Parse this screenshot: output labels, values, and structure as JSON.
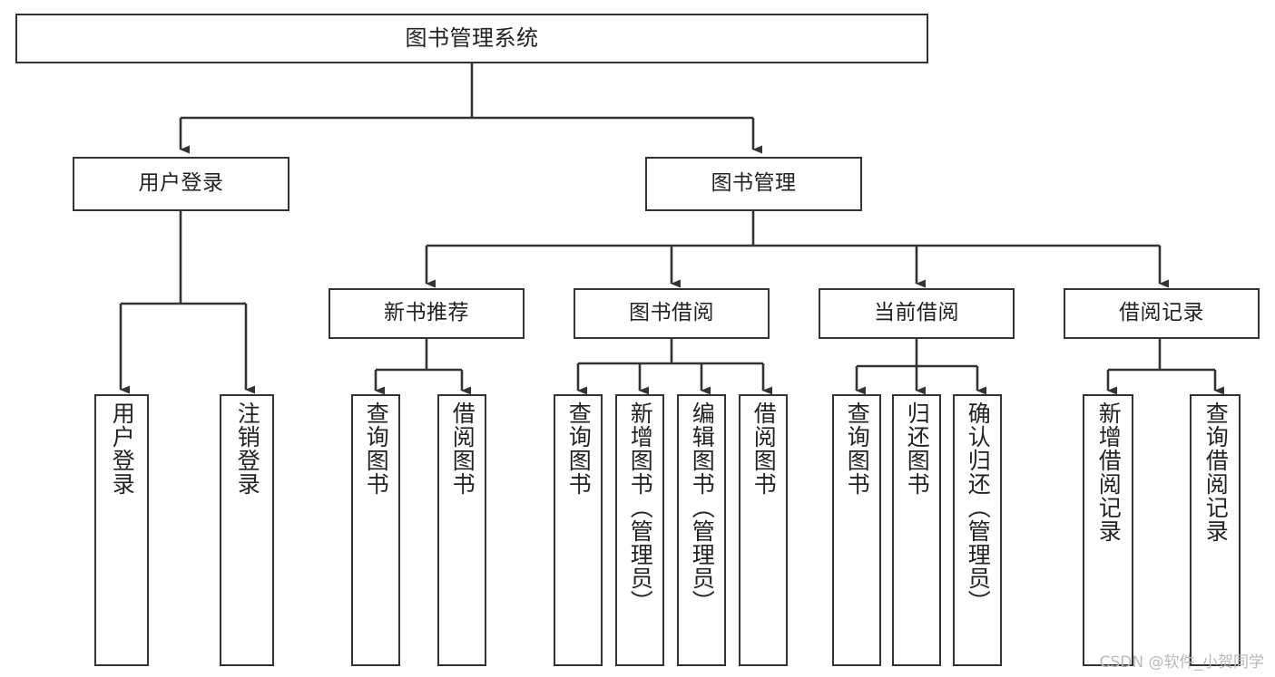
{
  "diagram": {
    "type": "tree",
    "title": "图书管理系统",
    "watermark": "CSDN @软件_小贺同学",
    "colors": {
      "background": "#ffffff",
      "stroke": "#333333",
      "text": "#222222",
      "watermark": "#b9b9b9"
    },
    "nodes": {
      "root": {
        "label": "图书管理系统"
      },
      "level1": [
        {
          "id": "user-login",
          "label": "用户登录"
        },
        {
          "id": "book-manage",
          "label": "图书管理"
        }
      ],
      "level2": [
        {
          "id": "new-book-rec",
          "label": "新书推荐"
        },
        {
          "id": "book-borrow",
          "label": "图书借阅"
        },
        {
          "id": "current-borrow",
          "label": "当前借阅"
        },
        {
          "id": "borrow-record",
          "label": "借阅记录"
        }
      ],
      "leaves": {
        "user_login": [
          {
            "id": "leaf-user-login",
            "label": "用户登录"
          },
          {
            "id": "leaf-logout",
            "label": "注销登录"
          }
        ],
        "new_book_rec": [
          {
            "id": "leaf-query-book-1",
            "label": "查询图书"
          },
          {
            "id": "leaf-borrow-book-1",
            "label": "借阅图书"
          }
        ],
        "book_borrow": [
          {
            "id": "leaf-query-book-2",
            "label": "查询图书"
          },
          {
            "id": "leaf-add-book",
            "label": "新增图书（管理员）"
          },
          {
            "id": "leaf-edit-book",
            "label": "编辑图书（管理员）"
          },
          {
            "id": "leaf-borrow-book-2",
            "label": "借阅图书"
          }
        ],
        "current_borrow": [
          {
            "id": "leaf-query-book-3",
            "label": "查询图书"
          },
          {
            "id": "leaf-return-book",
            "label": "归还图书"
          },
          {
            "id": "leaf-confirm-return",
            "label": "确认归还（管理员）"
          }
        ],
        "borrow_record": [
          {
            "id": "leaf-add-record",
            "label": "新增借阅记录"
          },
          {
            "id": "leaf-query-record",
            "label": "查询借阅记录"
          }
        ]
      }
    }
  }
}
